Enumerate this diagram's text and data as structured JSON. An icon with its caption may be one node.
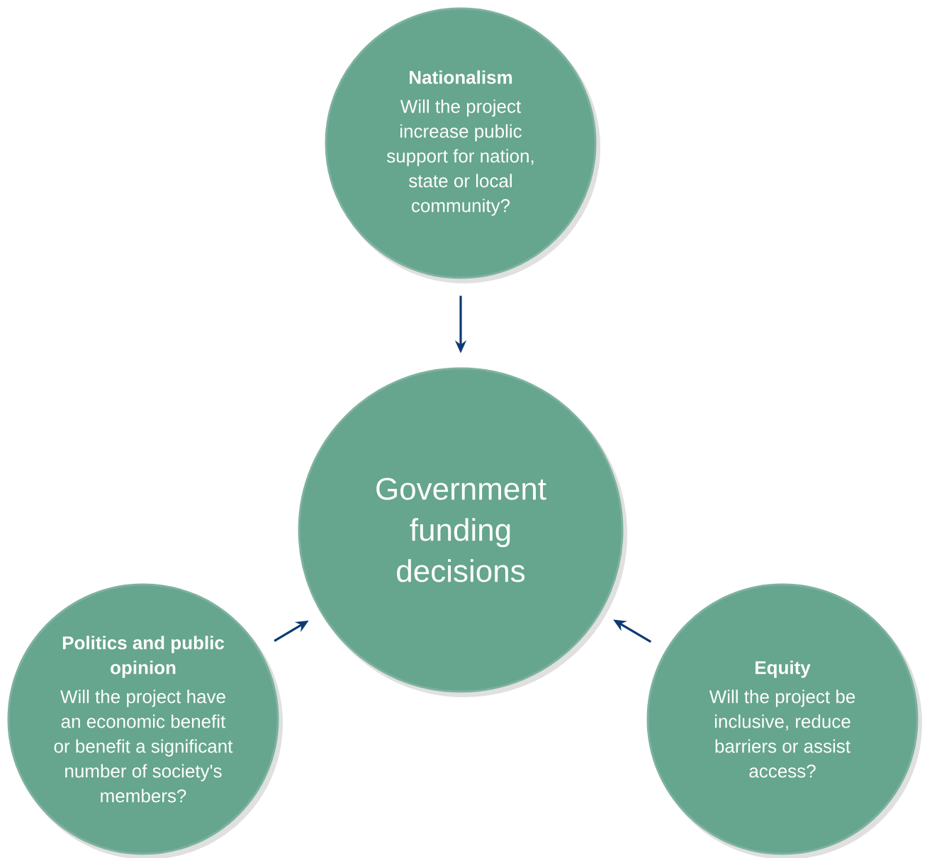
{
  "diagram": {
    "nodes": [
      {
        "text": [
          "Nationalism",
          "Will the project increase public support for nation, state or local community?"
        ]
      },
      {
        "text": [
          "Government funding decisions"
        ]
      },
      {
        "text": [
          "Politics and public opinion",
          "Will the project have an economic benefit or benefit a significant number of society's members?"
        ]
      },
      {
        "text": [
          "Equity",
          "Will the project be inclusive, reduce barriers or assist access?"
        ]
      }
    ],
    "edges": [
      {
        "from": 0,
        "to": 1,
        "arrow": "to"
      },
      {
        "from": 2,
        "to": 1,
        "arrow": "to"
      },
      {
        "from": 3,
        "to": 1,
        "arrow": "to"
      }
    ]
  }
}
